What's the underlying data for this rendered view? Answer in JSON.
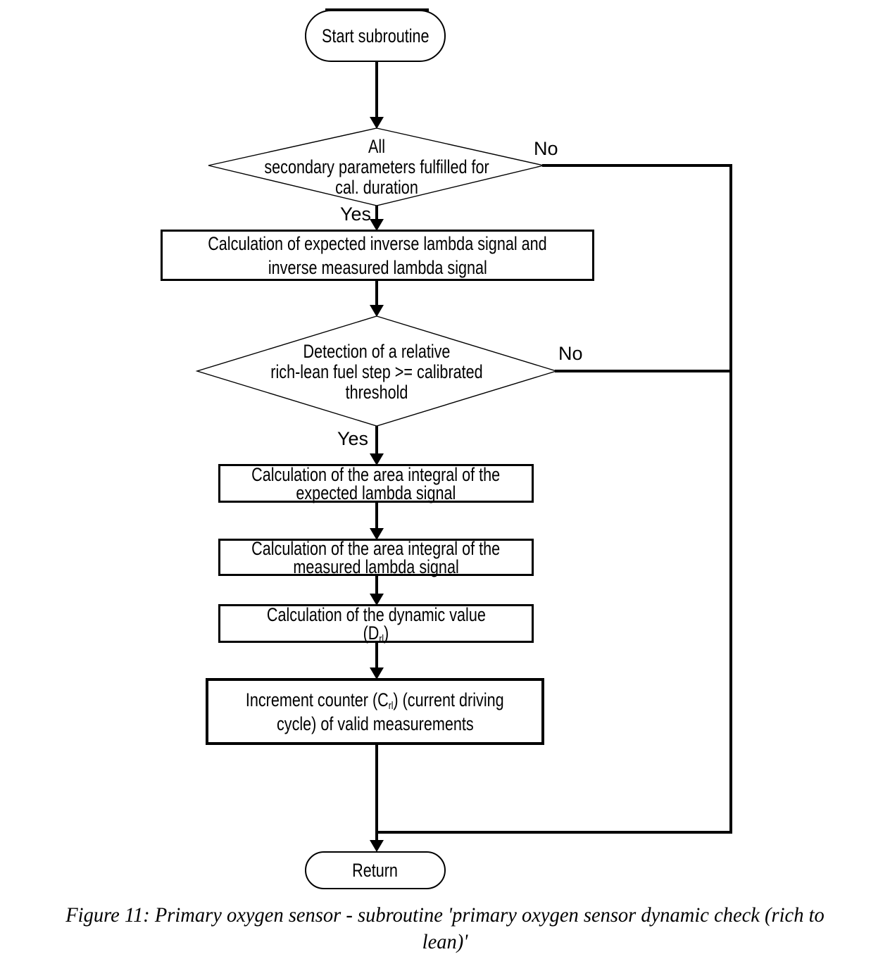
{
  "nodes": {
    "start": {
      "label": "Start subroutine"
    },
    "decision1": {
      "lines": [
        "All",
        "secondary parameters fulfilled for",
        "cal. duration"
      ]
    },
    "process1": {
      "lines": [
        "Calculation of expected inverse lambda signal and",
        "inverse measured lambda signal"
      ]
    },
    "decision2": {
      "lines": [
        "Detection of a relative",
        "rich-lean fuel step >= calibrated",
        "threshold"
      ]
    },
    "process2": {
      "lines": [
        "Calculation of the area integral of the",
        "expected lambda signal"
      ]
    },
    "process3": {
      "lines": [
        "Calculation of the area integral of the",
        "measured lambda signal"
      ]
    },
    "process4": {
      "line1": "Calculation of the dynamic value",
      "line2_pre": "(D",
      "line2_sub": "rl",
      "line2_post": ")"
    },
    "process5": {
      "line1_pre": "Increment counter (C",
      "line1_sub": "rl",
      "line1_post": ") (current driving",
      "line2": "cycle) of valid measurements"
    },
    "return": {
      "label": "Return"
    }
  },
  "edge_labels": {
    "no1": "No",
    "yes1": "Yes",
    "no2": "No",
    "yes2": "Yes"
  },
  "caption": {
    "line1": "Figure 11: Primary oxygen sensor - subroutine 'primary oxygen sensor dynamic check (rich to",
    "line2": "lean)'"
  },
  "colors": {
    "line": "#000000",
    "node_fill": "#ffffff",
    "text": "#000000",
    "background": "#ffffff"
  }
}
